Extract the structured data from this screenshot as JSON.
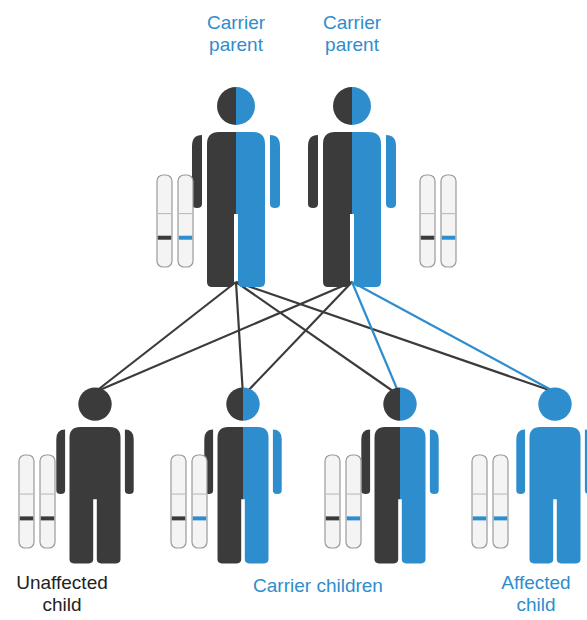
{
  "diagram": {
    "labels": [
      "Carrier parent",
      "Carrier parent",
      "Unaffected child",
      "Carrier children",
      "Affected child"
    ]
  }
}
